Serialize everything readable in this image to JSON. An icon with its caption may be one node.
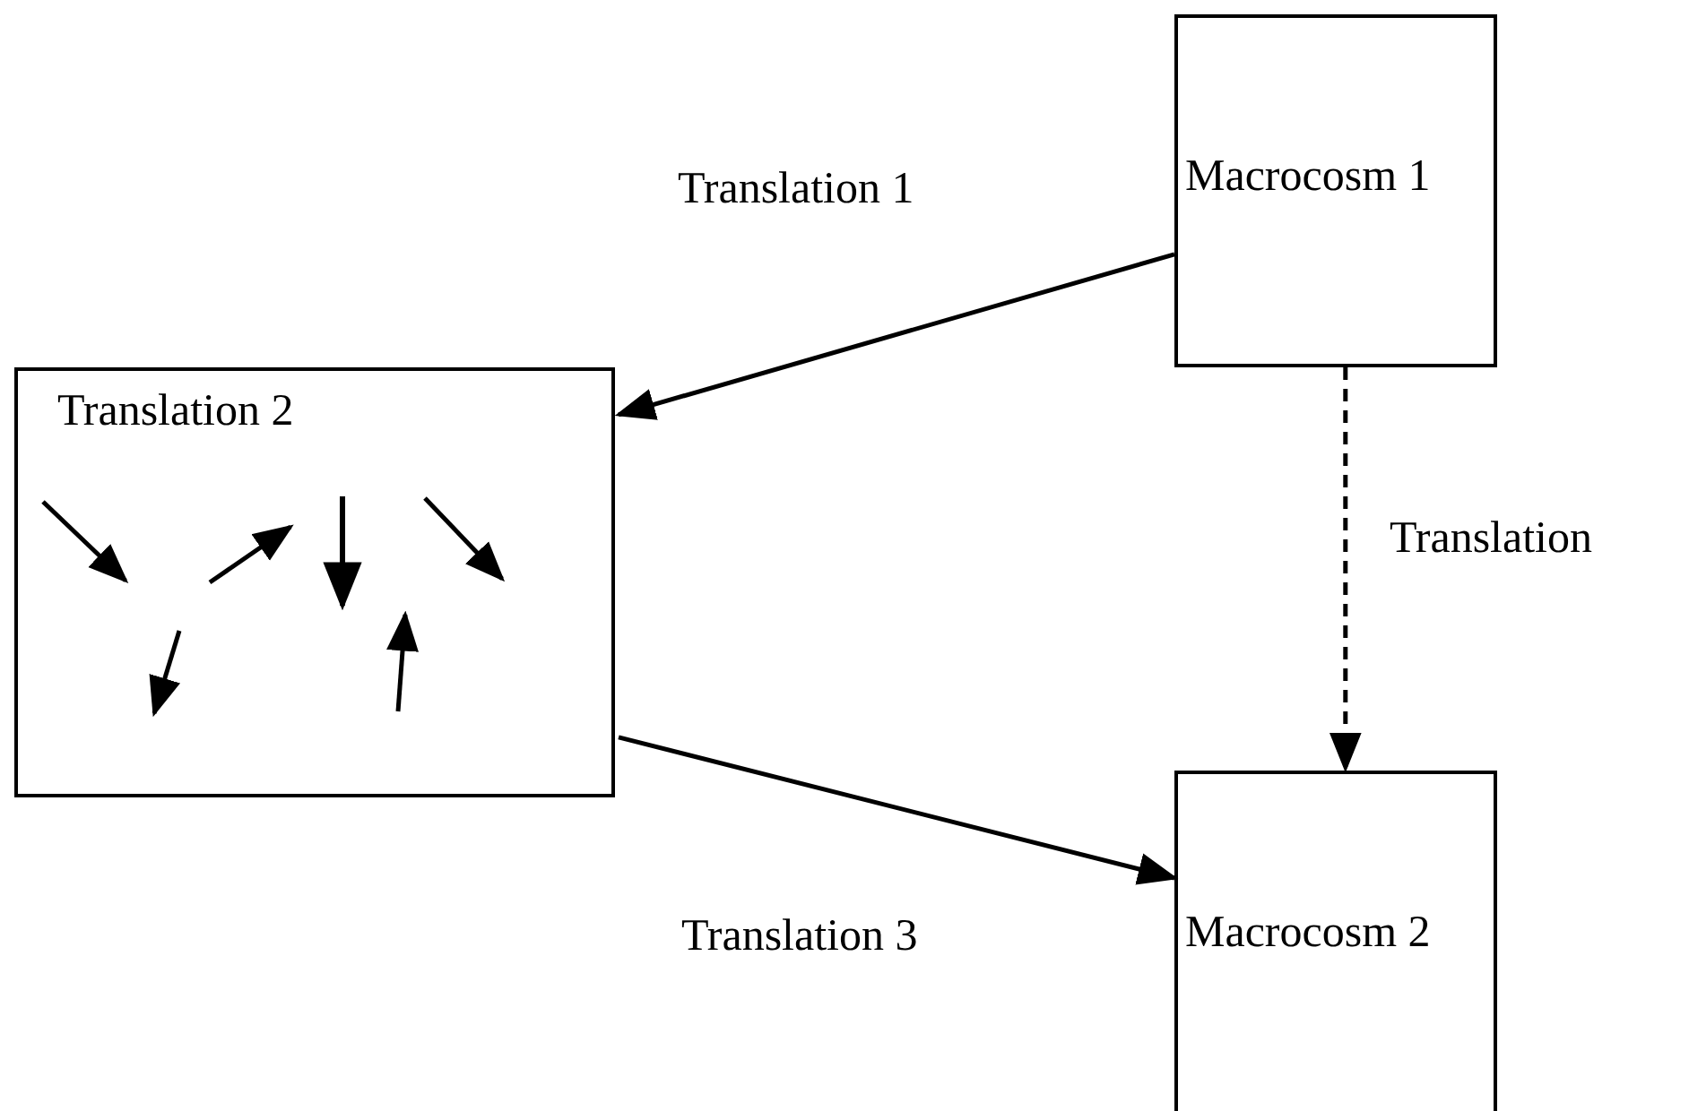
{
  "diagram": {
    "nodes": [
      {
        "text": [
          "Macrocosm 1"
        ]
      },
      {
        "text": [
          "Translation 2"
        ]
      },
      {
        "text": [
          "Macrocosm 2"
        ]
      }
    ],
    "edges": [
      {
        "from": 0,
        "to": 1,
        "arrow": "to",
        "label": "Translation 1"
      },
      {
        "from": 0,
        "to": 2,
        "arrow": "to",
        "label": "Translation",
        "style": "dashed"
      },
      {
        "from": 1,
        "to": 2,
        "arrow": "to",
        "label": "Translation 3"
      }
    ]
  }
}
